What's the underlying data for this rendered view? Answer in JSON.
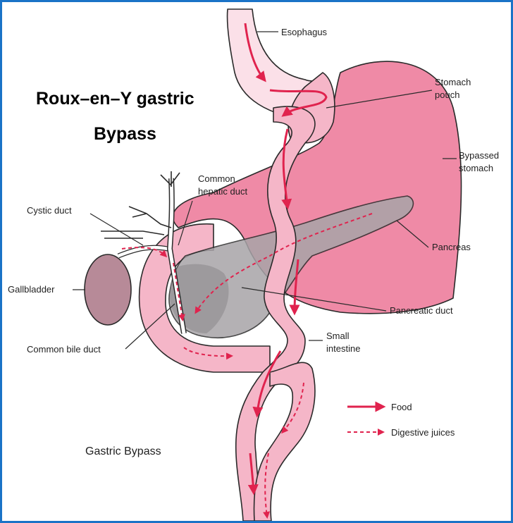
{
  "title": {
    "line1": "Roux–en–Y gastric",
    "line2": "Bypass"
  },
  "caption": "Gastric Bypass",
  "labels": {
    "esophagus": "Esophagus",
    "stomach_pouch_1": "Stomach",
    "stomach_pouch_2": "pouch",
    "bypassed_stomach_1": "Bypassed",
    "bypassed_stomach_2": "stomach",
    "common_hepatic_duct_1": "Common",
    "common_hepatic_duct_2": "hepatic duct",
    "cystic_duct": "Cystic duct",
    "pancreas": "Pancreas",
    "gallbladder": "Gallbladder",
    "pancreatic_duct": "Pancreatic duct",
    "small_intestine_1": "Small",
    "small_intestine_2": "intestine",
    "common_bile_duct": "Common bile duct"
  },
  "legend": {
    "food": "Food",
    "digestive_juices": "Digestive juices"
  },
  "colors": {
    "frame_border": "#1a73c7",
    "intestine_pink": "#f5b6c8",
    "stomach_pink": "#ef8aa6",
    "arrow_red": "#e0234e",
    "gallbladder": "#b78a98",
    "pancreas_gray": "#a8a4a8"
  }
}
